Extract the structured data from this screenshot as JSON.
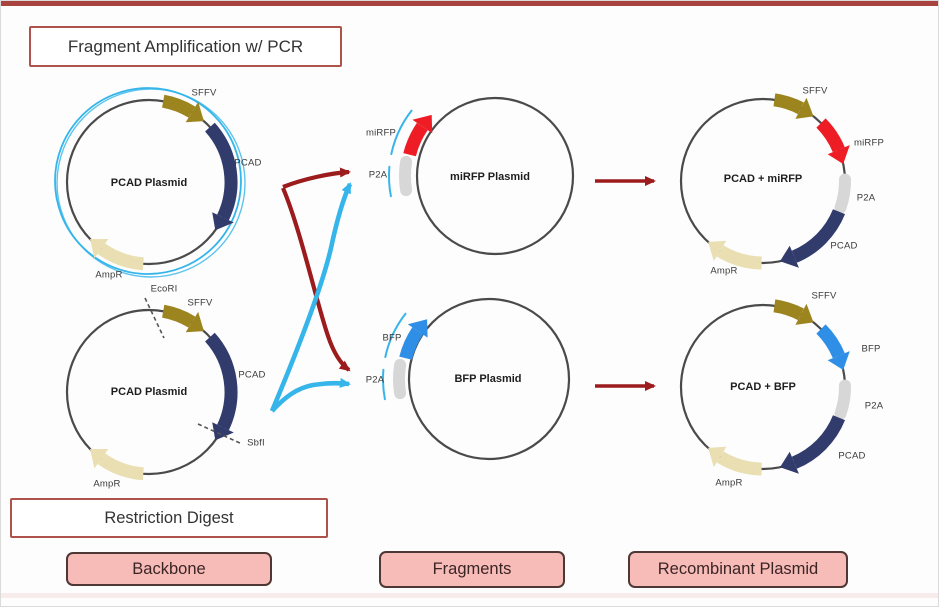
{
  "header": {
    "title": "Fragment Amplification w/ PCR"
  },
  "footer_boxes": {
    "restriction_digest": "Restriction Digest"
  },
  "column_labels": {
    "backbone": "Backbone",
    "fragments": "Fragments",
    "recombinant": "Recombinant Plasmid"
  },
  "plasmids": {
    "pcad_top": {
      "name": "PCAD Plasmid",
      "labels": {
        "sffv": "SFFV",
        "pcad": "PCAD",
        "ampr": "AmpR"
      }
    },
    "pcad_bottom": {
      "name": "PCAD Plasmid",
      "labels": {
        "ecori": "EcoRI",
        "sffv": "SFFV",
        "pcad": "PCAD",
        "sbfi": "SbfI",
        "ampr": "AmpR"
      }
    },
    "mirfp": {
      "name": "miRFP Plasmid",
      "labels": {
        "mirfp": "miRFP",
        "p2a": "P2A"
      }
    },
    "bfp": {
      "name": "BFP Plasmid",
      "labels": {
        "bfp": "BFP",
        "p2a": "P2A"
      }
    },
    "recomb_mirfp": {
      "name": "PCAD + miRFP",
      "labels": {
        "sffv": "SFFV",
        "mirfp": "miRFP",
        "p2a": "P2A",
        "pcad": "PCAD",
        "ampr": "AmpR"
      }
    },
    "recomb_bfp": {
      "name": "PCAD + BFP",
      "labels": {
        "sffv": "SFFV",
        "bfp": "BFP",
        "p2a": "P2A",
        "pcad": "PCAD",
        "ampr": "AmpR"
      }
    }
  },
  "colors": {
    "top_bar": "#A84340",
    "outline_red": "#AE534C",
    "pink_fill": "#F7BBB8",
    "pink_border": "#4E3836",
    "pink_text": "#3A2525",
    "sffv_olive": "#9C851F",
    "pcad_navy": "#323C6C",
    "ampr_cream": "#E9DFB2",
    "mirfp_red": "#EE1C24",
    "bfp_blue": "#2F8FE6",
    "p2a_gray": "#D7D7D7",
    "flow_red": "#9C1B1C",
    "fragment_blue": "#35B5EA",
    "circle_gray": "#4A4A4A",
    "bottom_strip": "#F3DDDC"
  }
}
